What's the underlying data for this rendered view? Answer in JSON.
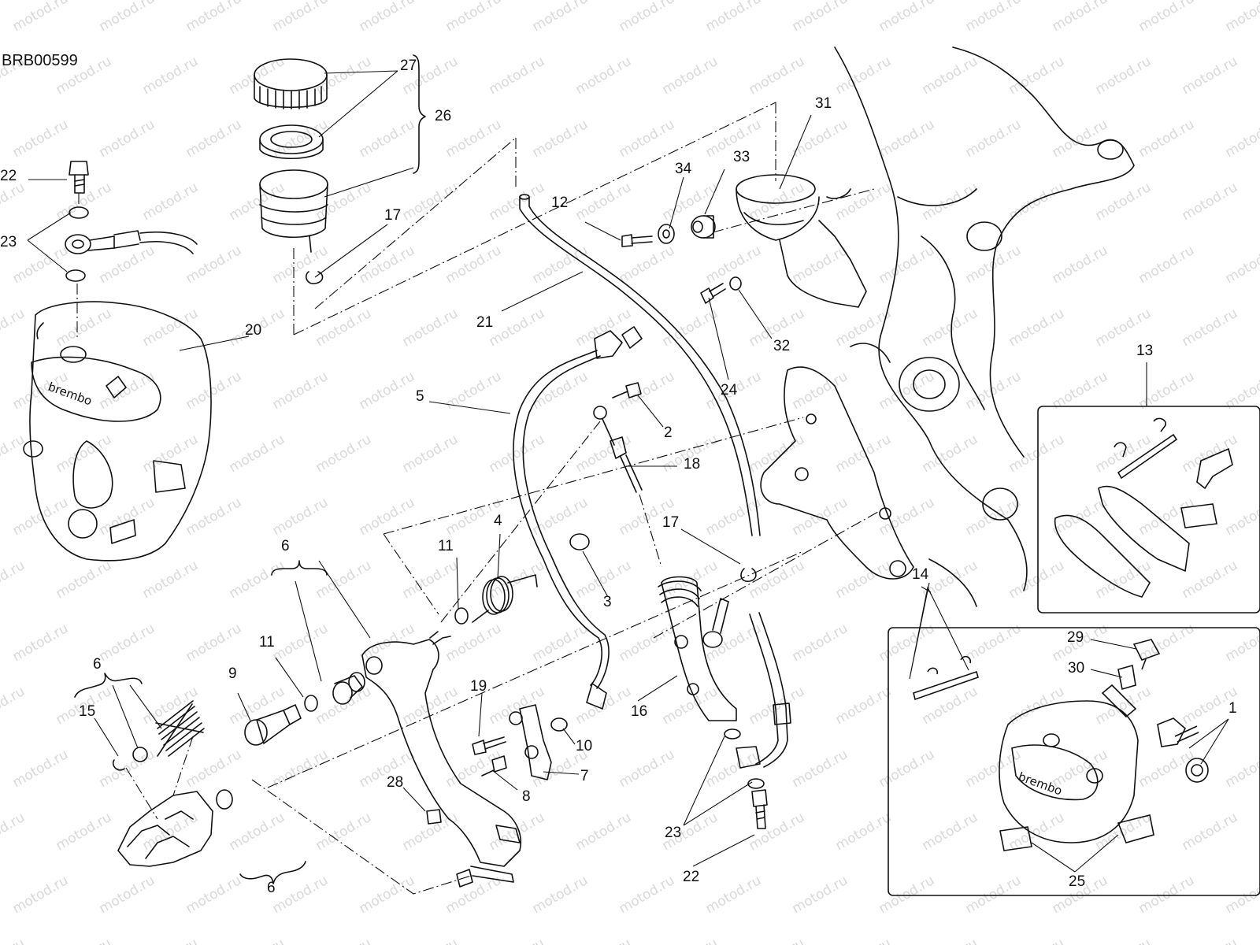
{
  "drawing_code": "BRB00599",
  "watermark_text": "motod.ru",
  "callouts": [
    {
      "id": "c27",
      "text": "27"
    },
    {
      "id": "c26",
      "text": "26"
    },
    {
      "id": "c22a",
      "text": "22"
    },
    {
      "id": "c23a",
      "text": "23"
    },
    {
      "id": "c17a",
      "text": "17"
    },
    {
      "id": "c20",
      "text": "20"
    },
    {
      "id": "c31",
      "text": "31"
    },
    {
      "id": "c34",
      "text": "34"
    },
    {
      "id": "c33",
      "text": "33"
    },
    {
      "id": "c12",
      "text": "12"
    },
    {
      "id": "c21",
      "text": "21"
    },
    {
      "id": "c32",
      "text": "32"
    },
    {
      "id": "c24",
      "text": "24"
    },
    {
      "id": "c5",
      "text": "5"
    },
    {
      "id": "c2",
      "text": "2"
    },
    {
      "id": "c18",
      "text": "18"
    },
    {
      "id": "c13",
      "text": "13"
    },
    {
      "id": "c6a",
      "text": "6"
    },
    {
      "id": "c11a",
      "text": "11"
    },
    {
      "id": "c4",
      "text": "4"
    },
    {
      "id": "c17b",
      "text": "17"
    },
    {
      "id": "c3",
      "text": "3"
    },
    {
      "id": "c11b",
      "text": "11"
    },
    {
      "id": "c9",
      "text": "9"
    },
    {
      "id": "c19",
      "text": "19"
    },
    {
      "id": "c16",
      "text": "16"
    },
    {
      "id": "c10",
      "text": "10"
    },
    {
      "id": "c7",
      "text": "7"
    },
    {
      "id": "c8",
      "text": "8"
    },
    {
      "id": "c6b",
      "text": "6"
    },
    {
      "id": "c15",
      "text": "15"
    },
    {
      "id": "c28",
      "text": "28"
    },
    {
      "id": "c23b",
      "text": "23"
    },
    {
      "id": "c22b",
      "text": "22"
    },
    {
      "id": "c6c",
      "text": "6"
    },
    {
      "id": "c14",
      "text": "14"
    },
    {
      "id": "c29",
      "text": "29"
    },
    {
      "id": "c30",
      "text": "30"
    },
    {
      "id": "c1",
      "text": "1"
    },
    {
      "id": "c25",
      "text": "25"
    }
  ]
}
